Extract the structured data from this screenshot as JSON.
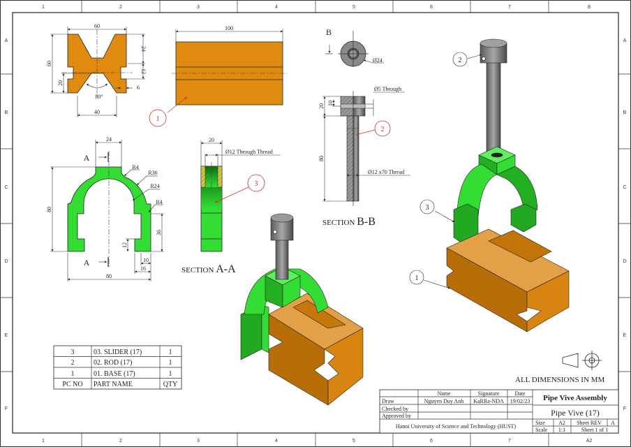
{
  "frame": {
    "columns": [
      "1",
      "2",
      "3",
      "4",
      "5",
      "6",
      "7",
      "8"
    ],
    "rows": [
      "A",
      "B",
      "C",
      "D",
      "E",
      "F"
    ],
    "sheet_code": "A2"
  },
  "colors": {
    "base": "#e08a10",
    "slider": "#33dd33",
    "rod": "#8a8a8a",
    "balloon": "#d03030"
  },
  "base_views": {
    "dims": {
      "width": "60",
      "height": "60",
      "top_v": "24",
      "slot": "12",
      "slot_depth": "6",
      "bottom_h": "20",
      "angle": "80°",
      "bottom_w": "40",
      "length": "100"
    },
    "balloon": "1"
  },
  "slider_views": {
    "section_mark": "A",
    "dims": {
      "boss": "24",
      "r_small_top": "R4",
      "r_outer": "R36",
      "r_inner": "R24",
      "r_small_side": "R4",
      "height": "80",
      "leg": "36",
      "notch": "12",
      "foot": "10",
      "leg_w": "16",
      "width": "80",
      "thickness": "20",
      "thread": "Ø12 Through Thread"
    },
    "balloon": "3",
    "section_label_prefix": "SECTION ",
    "section_label": "A-A"
  },
  "rod_views": {
    "section_mark": "B",
    "dims": {
      "head_dia": "Ø24",
      "hole": "Ø5 Through",
      "head_h": "20",
      "hole_pos": "10",
      "shaft_len": "80",
      "thread": "Ø12 x70 Thread"
    },
    "balloon": "2",
    "section_label_prefix": "SECTION ",
    "section_label": "B-B"
  },
  "exploded": {
    "balloons": [
      "2",
      "3",
      "1"
    ]
  },
  "note": "ALL DIMENSIONS IN MM",
  "parts_list": {
    "rows": [
      {
        "no": "3",
        "name": "03. SLIDER (17)",
        "qty": "1"
      },
      {
        "no": "2",
        "name": "02. ROD (17)",
        "qty": "1"
      },
      {
        "no": "1",
        "name": "01. BASE (17)",
        "qty": "1"
      }
    ],
    "header": {
      "no": "PC NO",
      "name": "PART NAME",
      "qty": "QTY"
    }
  },
  "title_block": {
    "col_name": "Name",
    "col_signature": "Signature",
    "col_date": "Date",
    "draw_label": "Draw",
    "draw_name": "Nguyen Duy Anh",
    "draw_signature": "KaRRa-NDA",
    "draw_date": "19/02/23",
    "checked_label": "Checked by",
    "approved_label": "Approved by",
    "institution": "Hanoi University of Science and Technology (HUST)",
    "title": "Pipe Vive Assembly",
    "subtitle": "Pipe Vive (17)",
    "size_label": "Size",
    "size": "A2",
    "sheet_rev_label": "Sheet REV",
    "rev": "A",
    "scale_label": "Scale",
    "scale": "1:1",
    "sheet": "Sheet 1 of 1"
  }
}
